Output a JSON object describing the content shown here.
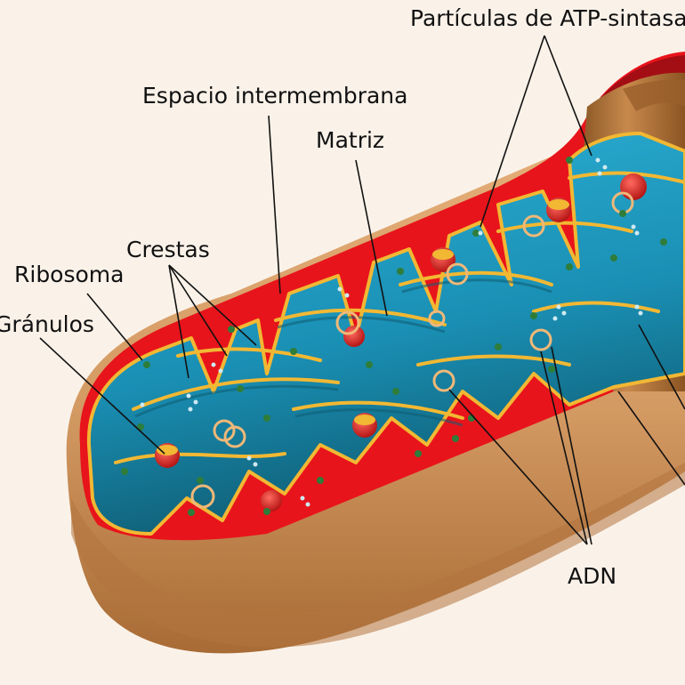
{
  "colors": {
    "background": "#faf2e9",
    "outer_membrane": "#d49a63",
    "outer_membrane_shadow": "#a0642f",
    "membrane_red": "#e8141b",
    "membrane_dark_red": "#a30d14",
    "inner_membrane": "#f2b833",
    "matrix": "#1f9cc2",
    "matrix_dark": "#0f5d73",
    "ribosome": "#2e7d3a",
    "granule": "#d6201c"
  },
  "labels": {
    "atp_synthase": "Partículas de ATP-sintasa",
    "intermembrane_space": "Espacio intermembrana",
    "matrix": "Matriz",
    "cristae": "Crestas",
    "ribosome": "Ribosoma",
    "granules": "Gránulos",
    "dna": "ADN"
  }
}
